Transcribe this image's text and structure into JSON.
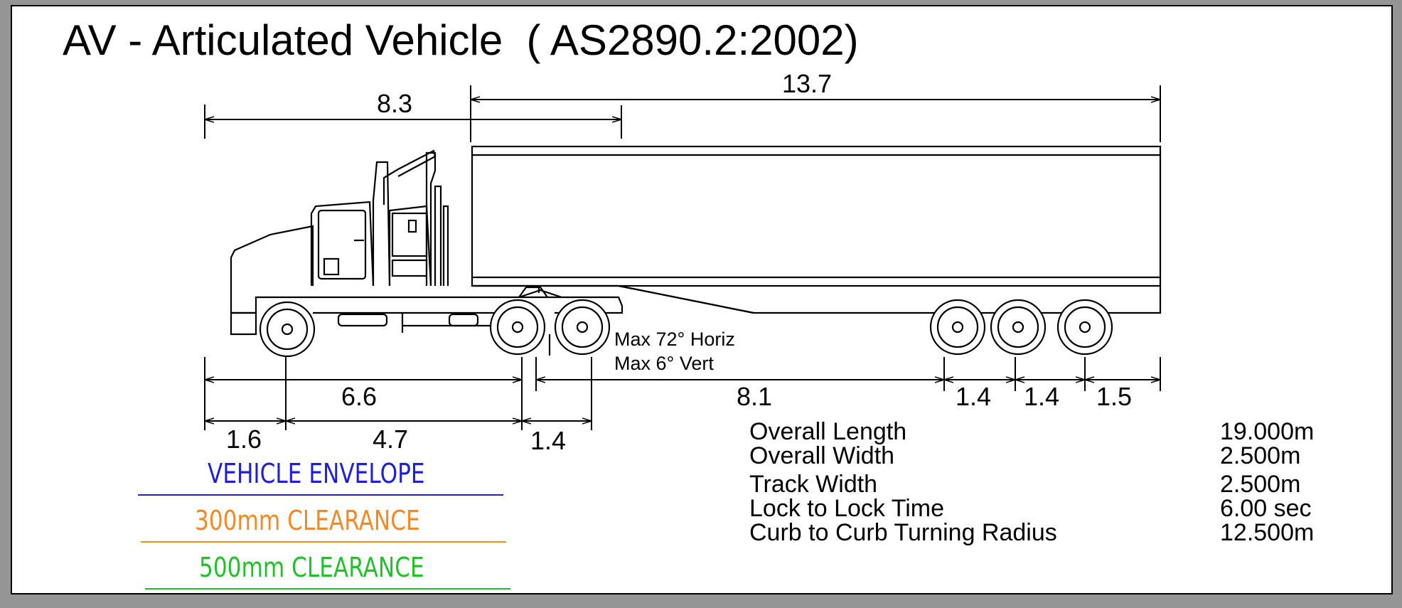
{
  "title": "AV - Articulated Vehicle  ( AS2890.2:2002)",
  "dimensions": {
    "top_left": "8.3",
    "top_right": "13.7",
    "mid_left": "6.6",
    "mid_right": "8.1",
    "axle_gap_1": "1.4",
    "axle_gap_2": "1.4",
    "rear_overhang": "1.5",
    "front_overhang": "1.6",
    "wheelbase": "4.7",
    "drive_axle_spread": "1.4"
  },
  "notes": {
    "horiz": "Max 72° Horiz",
    "vert": "Max 6° Vert"
  },
  "specs": [
    {
      "label": "Overall Length",
      "value": "19.000m"
    },
    {
      "label": "Overall Width",
      "value": "2.500m"
    },
    {
      "label": "Track Width",
      "value": "2.500m"
    },
    {
      "label": "Lock to Lock Time",
      "value": "6.00 sec"
    },
    {
      "label": "Curb to Curb Turning Radius",
      "value": "12.500m"
    }
  ],
  "legend": [
    {
      "label": "VEHICLE ENVELOPE",
      "color": "#1f1fd6"
    },
    {
      "label": "300mm CLEARANCE",
      "color": "#f08a24"
    },
    {
      "label": "500mm CLEARANCE",
      "color": "#22c02a"
    }
  ]
}
